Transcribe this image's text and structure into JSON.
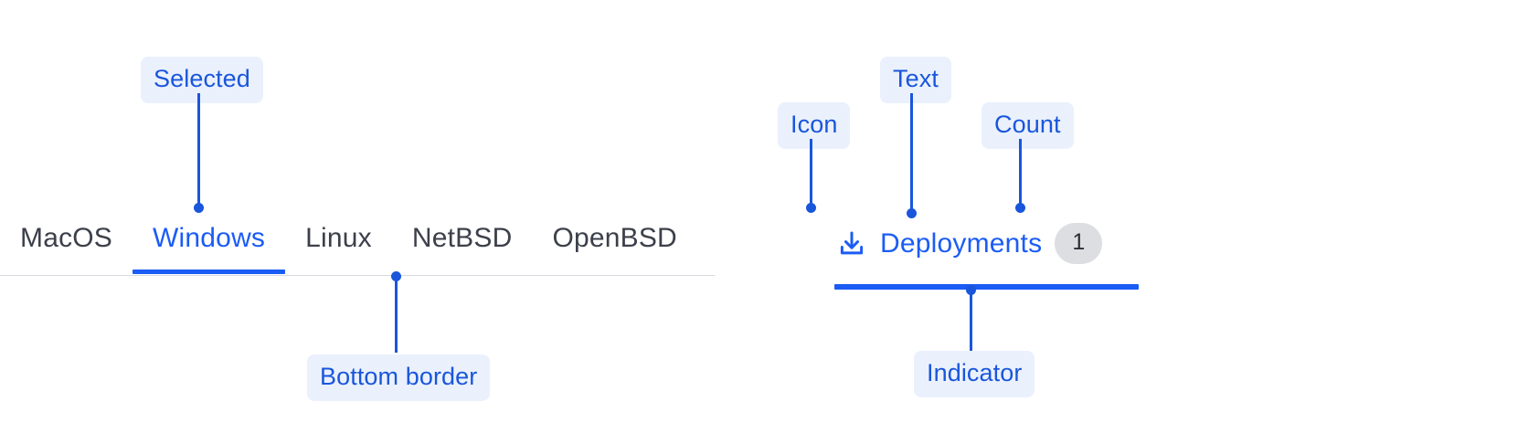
{
  "colors": {
    "accent": "#1b5cf5",
    "callout_text": "#1a56db",
    "callout_background": "#eaf1fd",
    "tab_text": "#3c404a",
    "divider": "#d7dae0",
    "count_badge_background": "#dcdee2",
    "count_badge_text": "#2b2f36"
  },
  "left_example": {
    "tabs": [
      {
        "label": "MacOS",
        "selected": false
      },
      {
        "label": "Windows",
        "selected": true
      },
      {
        "label": "Linux",
        "selected": false
      },
      {
        "label": "NetBSD",
        "selected": false
      },
      {
        "label": "OpenBSD",
        "selected": false
      }
    ],
    "callouts": {
      "selected": "Selected",
      "bottom_border": "Bottom border"
    }
  },
  "right_example": {
    "tab": {
      "icon": "download-icon",
      "text": "Deployments",
      "count": "1",
      "selected": true
    },
    "callouts": {
      "icon": "Icon",
      "text": "Text",
      "count": "Count",
      "indicator": "Indicator"
    }
  }
}
